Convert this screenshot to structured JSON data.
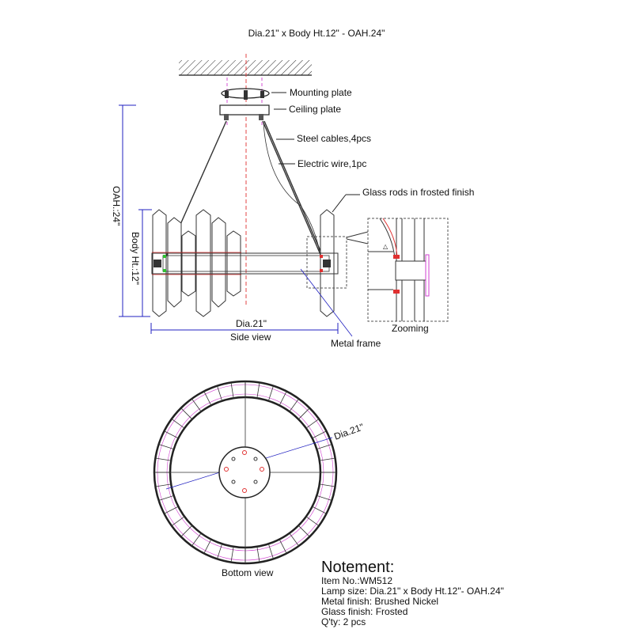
{
  "title": "Dia.21\" x Body Ht.12\" - OAH.24\"",
  "side_view": {
    "labels": {
      "mounting_plate": "Mounting plate",
      "ceiling_plate": "Ceiling plate",
      "steel_cables": "Steel cables,4pcs",
      "electric_wire": "Electric wire,1pc",
      "glass_rods": "Glass rods in frosted finish",
      "metal_frame": "Metal frame",
      "zooming": "Zooming"
    },
    "dimensions": {
      "oah": "OAH.:24\"",
      "body_ht": "Body Ht.:12\"",
      "dia": "Dia.21\""
    },
    "caption": "Side view"
  },
  "bottom_view": {
    "dia": "Dia.21\"",
    "caption": "Bottom view"
  },
  "notes": {
    "heading": "Notement:",
    "item_no": "Item No.:WM512",
    "lamp_size": "Lamp size: Dia.21\" x Body Ht.12\"- OAH.24\"",
    "metal_finish": "Metal finish: Brushed Nickel",
    "glass_finish": "Glass finish: Frosted",
    "qty": "Q'ty: 2 pcs"
  },
  "colors": {
    "line": "#222222",
    "center": "#e03030",
    "dim": "#2020c0",
    "accent": "#d040d0"
  }
}
